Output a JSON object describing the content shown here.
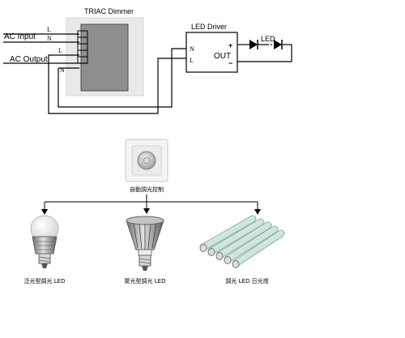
{
  "wiring": {
    "dimmer_title": "TRIAC Dimmer",
    "ac_input": "AC Input",
    "ac_output": "AC Output",
    "terminal_l_top": "L",
    "terminal_n_top": "N",
    "terminal_l_bottom": "L",
    "terminal_n_bottom": "N",
    "driver_title": "LED Driver",
    "driver_n": "N",
    "driver_l": "L",
    "driver_out": "OUT",
    "driver_plus": "+",
    "driver_minus": "−",
    "led_label": "LED"
  },
  "products": {
    "controller_caption": "自動調光控制",
    "items": [
      {
        "caption": "泛光型調光 LED"
      },
      {
        "caption": "聚光型調光 LED"
      },
      {
        "caption": "調光 LED 日光燈"
      }
    ]
  },
  "colors": {
    "dimmer_frame": "#e9e9e9",
    "dimmer_panel": "#8e8e8e",
    "line": "#000000"
  }
}
